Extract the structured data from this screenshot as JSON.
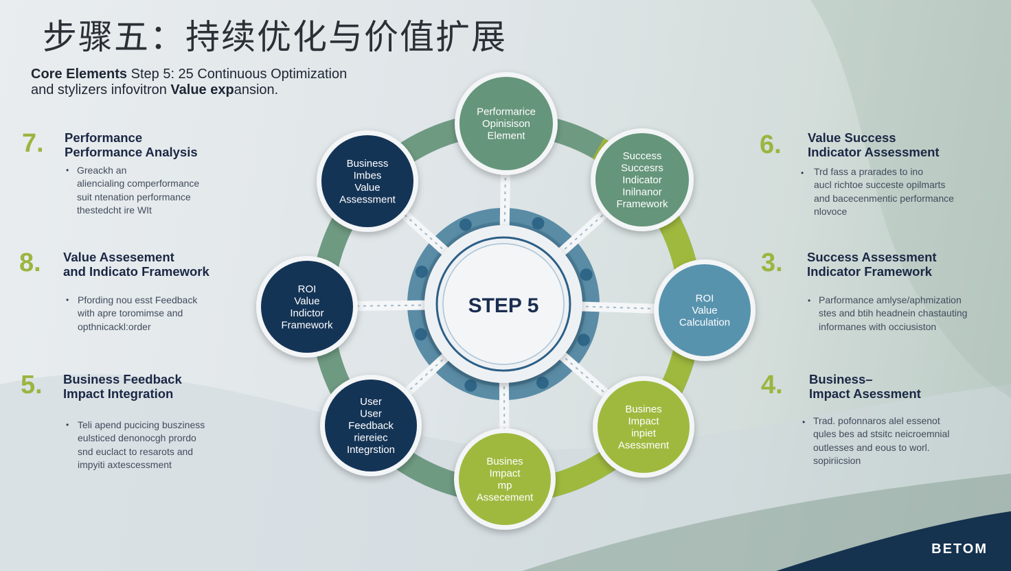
{
  "title": "步骤五：持续优化与价值扩展",
  "subtitle": {
    "lead": "Core Elements",
    "line1_rest": " Step 5: 25 Continuous Optimization",
    "line2_start": "and stylizers infovitron ",
    "line2_bold": "Value exp",
    "line2_end": "ansion."
  },
  "left_items": [
    {
      "number": "7.",
      "heading": [
        "Performance",
        "Performance Analysis"
      ],
      "bullets": [
        "Greackh an",
        "aliencialing comperformance",
        "suit ntenation performance",
        "thestedcht ire WIt"
      ]
    },
    {
      "number": "8.",
      "heading": [
        "Value Assesement",
        "and Indicato Framework"
      ],
      "bullets": [
        "Pfording nou esst Feedback",
        "with apre toromimse and",
        "opthnicackl:order"
      ]
    },
    {
      "number": "5.",
      "heading": [
        "Business Feedback",
        "Impact Integration"
      ],
      "bullets": [
        "Teli apend pucicing busziness",
        "eulsticed denonocgh prordo",
        "snd euclact to resarots and",
        "impyiti axtescessment"
      ]
    }
  ],
  "right_items": [
    {
      "number": "6.",
      "heading": [
        "Value Success",
        "Indicator Assessment"
      ],
      "bullets": [
        "Trd fass a prarades to ino",
        "aucl richtoe succeste opilmarts",
        "and bacecenmentic performance",
        "nlovoce"
      ]
    },
    {
      "number": "3.",
      "heading": [
        "Success Assessment",
        "Indicator Framework"
      ],
      "bullets": [
        "Parformance amlyse/aphmization",
        "stes and btih headnein chastauting",
        "informanes with occiusiston"
      ]
    },
    {
      "number": "4.",
      "heading": [
        "Business–",
        "Impact Asessment"
      ],
      "bullets": [
        "Trad. pofonnaros alel essenot",
        "qules bes ad stsitc neicroemnial",
        "outlesses and eous to worl.",
        "sopiriicsion"
      ]
    }
  ],
  "center_label": "STEP 5",
  "nodes": [
    {
      "id": "top",
      "lines": [
        "Performarice",
        "Opinisison",
        "Element"
      ]
    },
    {
      "id": "upper-right",
      "lines": [
        "Success",
        "Succesrs",
        "Indicator",
        "Inilnanor",
        "Framework"
      ]
    },
    {
      "id": "right",
      "lines": [
        "ROI",
        "Value",
        "Calculation"
      ]
    },
    {
      "id": "lower-right",
      "lines": [
        "Busines",
        "Impact",
        "inpiet",
        "Asessment"
      ]
    },
    {
      "id": "bottom",
      "lines": [
        "Busines",
        "Impact",
        "mp",
        "Assecement"
      ]
    },
    {
      "id": "lower-left",
      "lines": [
        "User",
        "User",
        "Feedback",
        "riereiec",
        "Integrstion"
      ]
    },
    {
      "id": "left",
      "lines": [
        "ROI",
        "Value",
        "Indictor",
        "Framework"
      ]
    },
    {
      "id": "upper-left",
      "lines": [
        "Business",
        "Imbes",
        "Value",
        "Assessment"
      ]
    }
  ],
  "colors": {
    "dark_navy": "#143456",
    "sage": "#65957a",
    "olive": "#9fb93e",
    "steel_blue": "#5893ae"
  },
  "brand": "BETOM"
}
